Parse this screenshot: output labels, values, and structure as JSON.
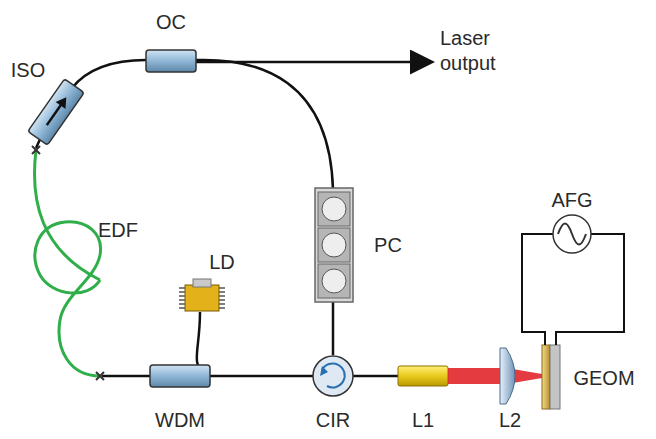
{
  "diagram": {
    "labels": [
      "OC",
      "Laser output",
      "ISO",
      "EDF",
      "LD",
      "PC",
      "AFG",
      "WDM",
      "CIR",
      "L1",
      "L2",
      "GEOM"
    ]
  }
}
